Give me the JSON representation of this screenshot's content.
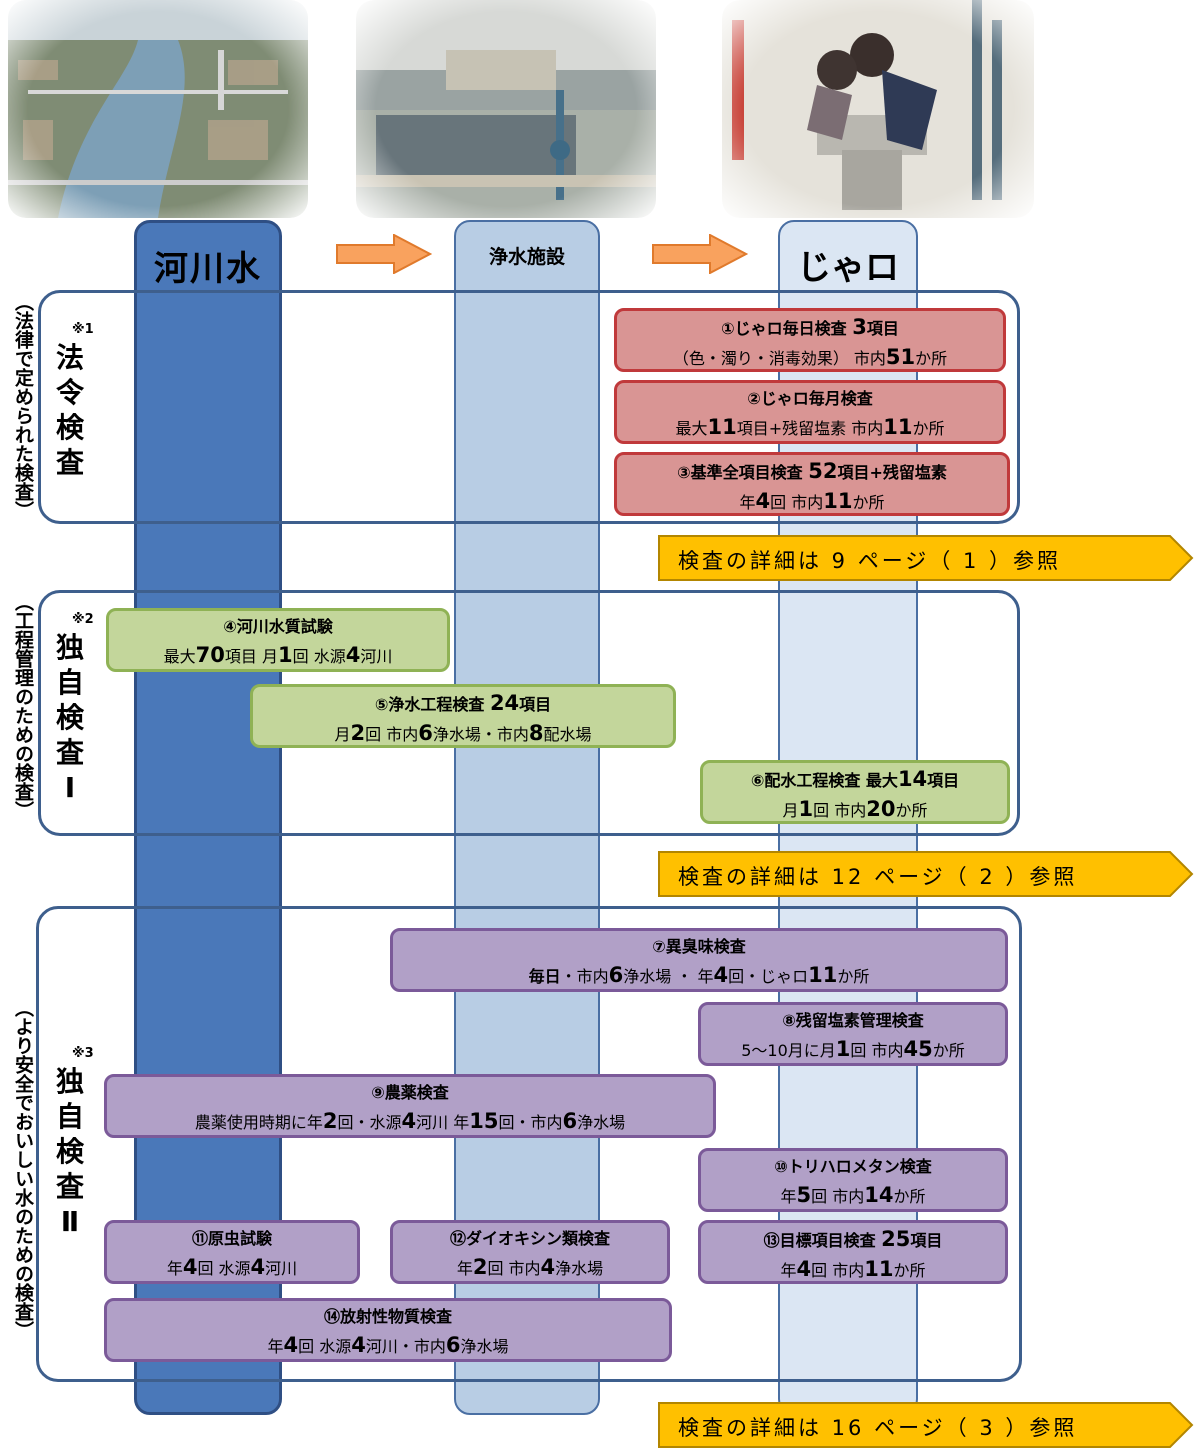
{
  "columns": {
    "river": "河川水",
    "plant": "浄水施設",
    "tap": "じゃロ"
  },
  "sections": {
    "legal": {
      "side_label": "（法律で定められた検査）",
      "note": "※1",
      "label": [
        "法",
        "令",
        "検",
        "査"
      ]
    },
    "own1": {
      "side_label": "（工程管理のための検査）",
      "note": "※2",
      "label": [
        "独",
        "自",
        "検",
        "査",
        "Ⅰ"
      ]
    },
    "own2": {
      "side_label": "（より安全でおいしい水のための検査）",
      "note": "※3",
      "label": [
        "独",
        "自",
        "検",
        "査",
        "Ⅱ"
      ]
    }
  },
  "tests": {
    "t1": {
      "title_a": "①じゃロ毎日検査 ",
      "title_n": "3",
      "title_b": "項目",
      "d1": "（色・濁り・消毒効果） 市内",
      "d2": "51",
      "d3": "か所"
    },
    "t2": {
      "title": "②じゃロ毎月検査",
      "d1": "最大",
      "d2": "11",
      "d3": "項目+残留塩素  市内",
      "d4": "11",
      "d5": "か所"
    },
    "t3": {
      "title_a": "③基準全項目検査 ",
      "title_n": "52",
      "title_b": "項目+残留塩素",
      "d1": "年",
      "d2": "4",
      "d3": "回  市内",
      "d4": "11",
      "d5": "か所"
    },
    "t4": {
      "title": "④河川水質試験",
      "d1": "最大",
      "d2": "70",
      "d3": "項目  月",
      "d4": "1",
      "d5": "回  水源",
      "d6": "4",
      "d7": "河川"
    },
    "t5": {
      "title_a": "⑤浄水工程検査 ",
      "title_n": "24",
      "title_b": "項目",
      "d1": "月",
      "d2": "2",
      "d3": "回  市内",
      "d4": "6",
      "d5": "浄水場・市内",
      "d6": "8",
      "d7": "配水場"
    },
    "t6": {
      "title_a": "⑥配水工程検査  最大",
      "title_n": "14",
      "title_b": "項目",
      "d1": "月",
      "d2": "1",
      "d3": "回  市内",
      "d4": "20",
      "d5": "か所"
    },
    "t7": {
      "title": "⑦異臭味検査",
      "d1": "毎日",
      "d2": "・市内",
      "d3": "6",
      "d4": "浄水場  ・  年",
      "d5": "4",
      "d6": "回・じゃロ",
      "d7": "11",
      "d8": "か所"
    },
    "t8": {
      "title": "⑧残留塩素管理検査",
      "d1": "5～10月に月",
      "d2": "1",
      "d3": "回  市内",
      "d4": "45",
      "d5": "か所"
    },
    "t9": {
      "title": "⑨農薬検査",
      "d1": "農薬使用時期に年",
      "d2": "2",
      "d3": "回・水源",
      "d4": "4",
      "d5": "河川  年",
      "d6": "15",
      "d7": "回・市内",
      "d8": "6",
      "d9": "浄水場"
    },
    "t10": {
      "title": "⑩トリハロメタン検査",
      "d1": "年",
      "d2": "5",
      "d3": "回  市内",
      "d4": "14",
      "d5": "か所"
    },
    "t11": {
      "title": "⑪原虫試験",
      "d1": "年",
      "d2": "4",
      "d3": "回  水源",
      "d4": "4",
      "d5": "河川"
    },
    "t12": {
      "title": "⑫ダイオキシン類検査",
      "d1": "年",
      "d2": "2",
      "d3": "回  市内",
      "d4": "4",
      "d5": "浄水場"
    },
    "t13": {
      "title_a": "⑬目標項目検査 ",
      "title_n": "25",
      "title_b": "項目",
      "d1": "年",
      "d2": "4",
      "d3": "回  市内",
      "d4": "11",
      "d5": "か所"
    },
    "t14": {
      "title": "⑭放射性物質検査",
      "d1": "年",
      "d2": "4",
      "d3": "回  水源",
      "d4": "4",
      "d5": "河川・市内",
      "d6": "6",
      "d7": "浄水場"
    }
  },
  "banners": {
    "b1": "検査の詳細は 9 ページ（ 1 ）参照",
    "b2": "検査の詳細は 12 ページ（ 2 ）参照",
    "b3": "検査の詳細は 16 ページ（ 3 ）参照"
  },
  "colors": {
    "river_column": "#4a78b9",
    "plant_column": "#b8cde4",
    "tap_column": "#dbe6f3",
    "legal_box": "#d99594",
    "own1_box": "#c3d69b",
    "own2_box": "#b1a0c7",
    "banner": "#ffc000",
    "arrow": "#f9a25e"
  },
  "photos": [
    "river-aerial-photo",
    "water-treatment-plant-photo",
    "drinking-fountain-photo"
  ]
}
